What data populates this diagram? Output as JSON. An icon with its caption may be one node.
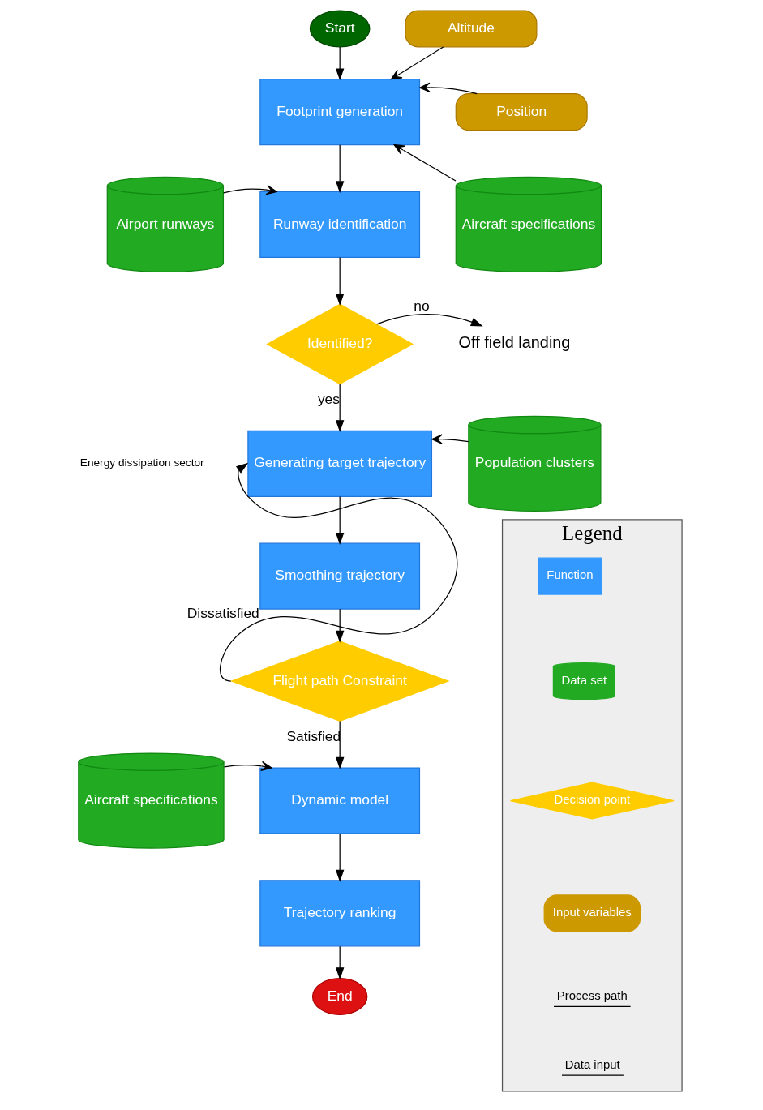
{
  "diagram": {
    "nodes": [
      {
        "text": [
          "Start"
        ]
      },
      {
        "text": [
          "Footprint generation"
        ]
      },
      {
        "text": [
          "Altitude"
        ]
      },
      {
        "text": [
          "Position"
        ]
      },
      {
        "text": [
          "Aircraft specifications"
        ]
      },
      {
        "text": [
          "Airport runways"
        ]
      },
      {
        "text": [
          "Runway identification"
        ]
      },
      {
        "text": [
          "Identified?"
        ]
      },
      {
        "text": [
          "Off field landing"
        ]
      },
      {
        "text": [
          "Generating target trajectory"
        ]
      },
      {
        "text": [
          "Population clusters"
        ]
      },
      {
        "text": [
          "Smoothing trajectory"
        ]
      },
      {
        "text": [
          "Flight path Constraint"
        ]
      },
      {
        "text": [
          "Aircraft specifications"
        ]
      },
      {
        "text": [
          "Dynamic model"
        ]
      },
      {
        "text": [
          "Trajectory ranking"
        ]
      },
      {
        "text": [
          "End"
        ]
      },
      {
        "text": [
          "Legend"
        ]
      }
    ],
    "edges": [
      {
        "from": 0,
        "to": 1,
        "arrow": "to"
      },
      {
        "from": 2,
        "to": 1,
        "arrow": "to"
      },
      {
        "from": 3,
        "to": 1,
        "arrow": "to"
      },
      {
        "from": 4,
        "to": 1,
        "arrow": "to"
      },
      {
        "from": 1,
        "to": 6,
        "arrow": "to"
      },
      {
        "from": 5,
        "to": 6,
        "arrow": "to"
      },
      {
        "from": 6,
        "to": 7,
        "arrow": "to"
      },
      {
        "from": 7,
        "to": 8,
        "arrow": "to",
        "label": "no"
      },
      {
        "from": 7,
        "to": 9,
        "arrow": "to",
        "label": "yes"
      },
      {
        "from": 10,
        "to": 9,
        "arrow": "to"
      },
      {
        "from": 9,
        "to": 11,
        "arrow": "to"
      },
      {
        "from": 11,
        "to": 12,
        "arrow": "to"
      },
      {
        "from": 12,
        "to": 9,
        "arrow": "to",
        "label": "Dissatisfied"
      },
      {
        "from": 12,
        "to": 14,
        "arrow": "to",
        "label": "Satisfied"
      },
      {
        "from": 13,
        "to": 14,
        "arrow": "to"
      },
      {
        "from": 14,
        "to": 15,
        "arrow": "to"
      },
      {
        "from": 15,
        "to": 16,
        "arrow": "to"
      }
    ],
    "labels": [
      "Energy dissipation sector"
    ],
    "legend": [
      {
        "text": "Function",
        "color": "#3399ff"
      },
      {
        "text": "Data set",
        "color": "#22aa22"
      },
      {
        "text": "Decision point",
        "color": "#ffcc00"
      },
      {
        "text": "Input variables",
        "color": "#cc9900"
      },
      {
        "text": "Process path"
      },
      {
        "text": "Data input"
      }
    ]
  }
}
